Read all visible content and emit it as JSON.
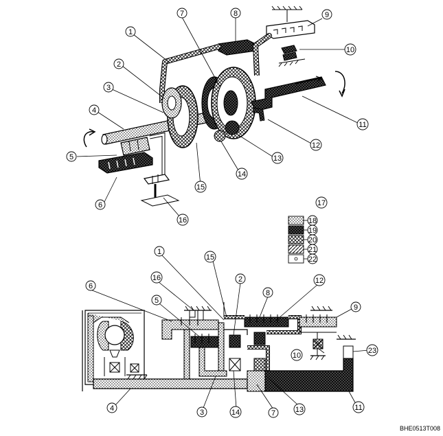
{
  "diagram": {
    "figure_code": "BHE0513T008",
    "patterns": {
      "p18": "dots-light",
      "p19": "dark-crosshatch",
      "p20": "crosshatch",
      "p21": "diagonal-hatch",
      "p22": "small-circle"
    },
    "callouts": {
      "c1": "1",
      "c2": "2",
      "c3": "3",
      "c4": "4",
      "c5": "5",
      "c6": "6",
      "c7": "7",
      "c8": "8",
      "c9": "9",
      "c10": "10",
      "c11": "11",
      "c12": "12",
      "c13": "13",
      "c14": "14",
      "c15": "15",
      "c16": "16",
      "c17": "17",
      "s1": "1",
      "s2": "2",
      "s3": "3",
      "s4": "4",
      "s5": "5",
      "s6": "6",
      "s7": "7",
      "s8": "8",
      "s9": "9",
      "s10": "10",
      "s11": "11",
      "s12": "12",
      "s13": "13",
      "s14": "14",
      "s15": "15",
      "s16": "16",
      "s23": "23"
    },
    "legend": [
      {
        "label": "18",
        "pattern": "dots-light"
      },
      {
        "label": "19",
        "pattern": "dark-crosshatch"
      },
      {
        "label": "20",
        "pattern": "crosshatch"
      },
      {
        "label": "21",
        "pattern": "diagonal-hatch"
      },
      {
        "label": "22",
        "pattern": "small-circle"
      }
    ]
  }
}
